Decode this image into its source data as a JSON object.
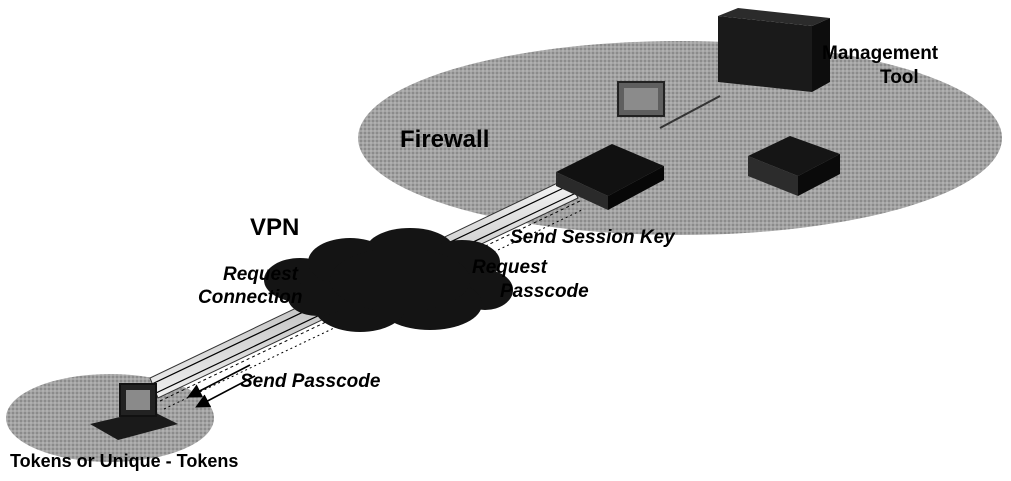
{
  "labels": {
    "management_line1": "Management",
    "management_line2": "Tool",
    "firewall": "Firewall",
    "vpn": "VPN",
    "send_session_key": "Send Session Key",
    "request_connection_line1": "Request",
    "request_connection_line2": "Connection",
    "request_passcode_line1": "Request",
    "request_passcode_line2": "Passcode",
    "send_passcode": "Send Passcode",
    "tokens": "Tokens or Unique - Tokens"
  },
  "colors": {
    "cloud": "#141414",
    "network_disc": "#9a9a9a",
    "device_dark": "#1a1a1a",
    "tube_light": "#e6e6e6",
    "text": "#000000"
  },
  "icons": [
    "server-icon",
    "monitor-icon",
    "firewall-icon",
    "router-icon",
    "cloud-icon",
    "laptop-icon"
  ]
}
